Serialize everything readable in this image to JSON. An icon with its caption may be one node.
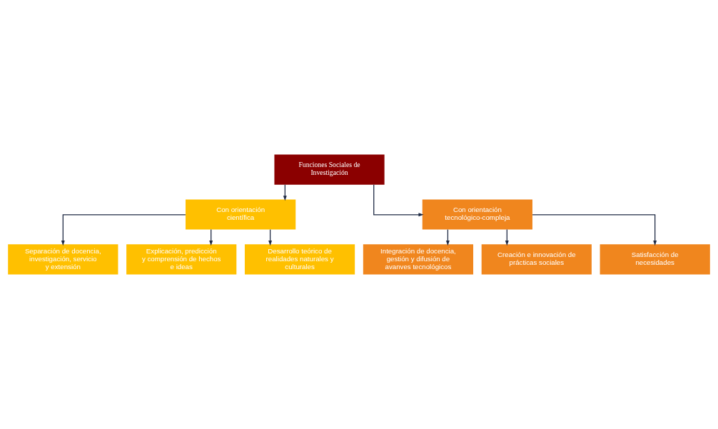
{
  "diagram": {
    "nodes": [
      {
        "text": [
          "Separación de docencia, investigación, servicio y extensión"
        ]
      },
      {
        "text": [
          "Explicación, predicción y comprensión de hechos e ideas"
        ]
      },
      {
        "text": [
          "Desarrollo teórico de realidades naturales y culturales"
        ]
      },
      {
        "text": [
          "Con orientación científica"
        ]
      },
      {
        "text": [
          "Funciones Sociales de Investigación"
        ]
      },
      {
        "text": [
          "Con orientación tecnológico-compleja"
        ]
      },
      {
        "text": [
          "Integración de docencia, gestión y difusión de avanves tecnológicos"
        ]
      },
      {
        "text": [
          "Creación e innovación de prácticas sociales"
        ]
      },
      {
        "text": [
          "Satisfacción de necesidades"
        ]
      }
    ],
    "edges": [
      {
        "from": 4,
        "to": 3,
        "arrow": "to"
      },
      {
        "from": 3,
        "to": 0,
        "arrow": "to"
      },
      {
        "from": 3,
        "to": 1,
        "arrow": "to"
      },
      {
        "from": 3,
        "to": 2,
        "arrow": "to"
      },
      {
        "from": 4,
        "to": 5,
        "arrow": "to"
      },
      {
        "from": 5,
        "to": 6,
        "arrow": "to"
      },
      {
        "from": 5,
        "to": 7,
        "arrow": "to"
      },
      {
        "from": 5,
        "to": 8,
        "arrow": "to"
      }
    ]
  }
}
